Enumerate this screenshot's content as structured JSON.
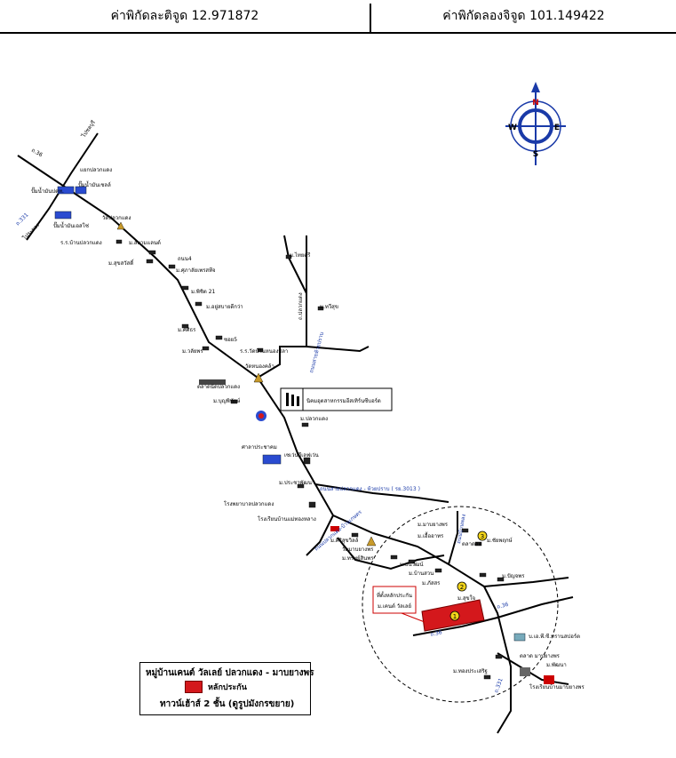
{
  "header": {
    "latitude_text": "ค่าพิกัดละติจูด 12.971872",
    "longitude_text": "ค่าพิกัดลองจิจูด 101.149422"
  },
  "compass": {
    "n": "N",
    "s": "S",
    "e": "E",
    "w": "W"
  },
  "roads": {
    "r1": "ถ.331",
    "r2": "ถ.36",
    "r3": "ถนนสายปลวกแดง - ห้วยปราบ ( รย.3013 )",
    "r4": "ถ.ปลวกแดง",
    "r5": "ถนนสายห้วยปราบ",
    "r6": "ถนนปลวกแดง-บ้านเกษตร",
    "r7": "ถนนบ้านพลง",
    "r8": "ถ.36",
    "r9": "ถ.36",
    "r10": "ถ.331"
  },
  "places": {
    "p1": "แยกปลวกแดง",
    "p2": "ไปชลบุรี",
    "p3": "ปั๊มน้ำมันปตท.",
    "p4": "ปั๊มน้ำมันเชลล์",
    "p5": "ปั๊มน้ำมันเอสโซ่",
    "p6": "ไประยอง",
    "p7": "วัดปลวกแดง",
    "p8": "ร.ร.บ้านปลวกแดง",
    "p9": "ม.สยามแลนด์",
    "p10": "ม.สุขสวัสดิ์",
    "p11": "ม.ศุภาลัยเพรสทีจ",
    "p12": "ถนน4",
    "p13": "ม.พิชิต 21",
    "p14": "ม.อยู่สบายดีกว่า",
    "p15": "ม.ศศิธร",
    "p16": "ซอย5",
    "p17": "ม.วลัยพร",
    "p18": "ร.ร.วัดบ้านหนองปลา",
    "p19": "วัดหนองคล้า",
    "p20": "ตลาดนัดปลวกแดง",
    "p21": "ม.บุญพิทักษ์",
    "p22": "นิคมอุตสาหกรรมอีสเทิร์นซีบอร์ด",
    "p23": "ม.ปลวกแดง",
    "p24": "ม.ไทยศรี",
    "p25": "ม.ทวีสุข",
    "p26": "ศาลาประชาคม",
    "p27": "เซเว่นอีเลฟเว่น",
    "p28": "ม.ประชาพัฒนา",
    "p29": "โรงพยาบาลปลวกแดง",
    "p30": "โรงเรียนบ้านแม่ทองหลาง",
    "p31": "ม.ศิริสุขวิลล์",
    "p32": "วัดมาบยางพร",
    "p33": "ม.มาบยางพร",
    "p34": "ม.ทรัพย์สินพร",
    "p35": "ม.ธนวัฒน์",
    "p36": "ม.บ้านสวน",
    "p37": "ม.ภัสสร",
    "p38": "ม.สุขใจ",
    "p39": "ม.เอื้ออาทร",
    "p40": "ม.ปัญจพร",
    "p41": "ตลาดสด",
    "p42": "ม.ชัยพฤกษ์",
    "p43": "บ.เอ.พี.ซี.ทรานสปอร์ต",
    "p44": "ตลาด มาบยางพร",
    "p45": "ม.ทองประเสริฐ",
    "p46": "ม.พัฒนา",
    "p47": "โรงเรียนบ้านมาบยางพร"
  },
  "subject": {
    "line1": "ที่ตั้งหลักประกัน",
    "line2": "ม.เคนต์ วัลเลย์"
  },
  "markers": {
    "m1": "1",
    "m2": "2",
    "m3": "3"
  },
  "legend": {
    "title": "หมู่บ้านเคนต์ วัลเลย์ ปลวกแดง - มาบยางพร",
    "swatch_label": "หลักประกัน",
    "subtitle": "ทาวน์เฮ้าส์ 2 ชั้น (ดูรูปมังกรขยาย)"
  },
  "colors": {
    "road": "#000000",
    "collateral": "#d4181c",
    "compass_blue": "#1a3aa8",
    "marker": "#f2d41a",
    "building_blue": "#2a4bd0"
  }
}
